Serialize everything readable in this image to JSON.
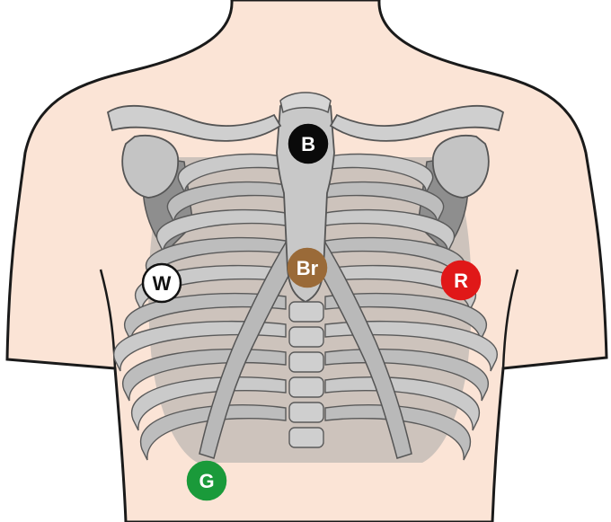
{
  "colors": {
    "background": "#ffffff",
    "skin": "#fbe4d6",
    "outline": "#1a1a1a",
    "bone_light": "#d2d2d2",
    "bone_mid": "#b4b4b4",
    "bone_dark": "#8e8e8e",
    "cartilage": "#e2e2e2"
  },
  "electrodes": [
    {
      "id": "B",
      "label": "B",
      "fill": "#0a0a0a",
      "text_color": "#ffffff",
      "stroke": "#0a0a0a"
    },
    {
      "id": "Br",
      "label": "Br",
      "fill": "#9a6a38",
      "text_color": "#ffffff",
      "stroke": "#9a6a38"
    },
    {
      "id": "W",
      "label": "W",
      "fill": "#ffffff",
      "text_color": "#111111",
      "stroke": "#111111"
    },
    {
      "id": "R",
      "label": "R",
      "fill": "#e01818",
      "text_color": "#ffffff",
      "stroke": "#e01818"
    },
    {
      "id": "G",
      "label": "G",
      "fill": "#1a9a3a",
      "text_color": "#ffffff",
      "stroke": "#1a9a3a"
    }
  ]
}
